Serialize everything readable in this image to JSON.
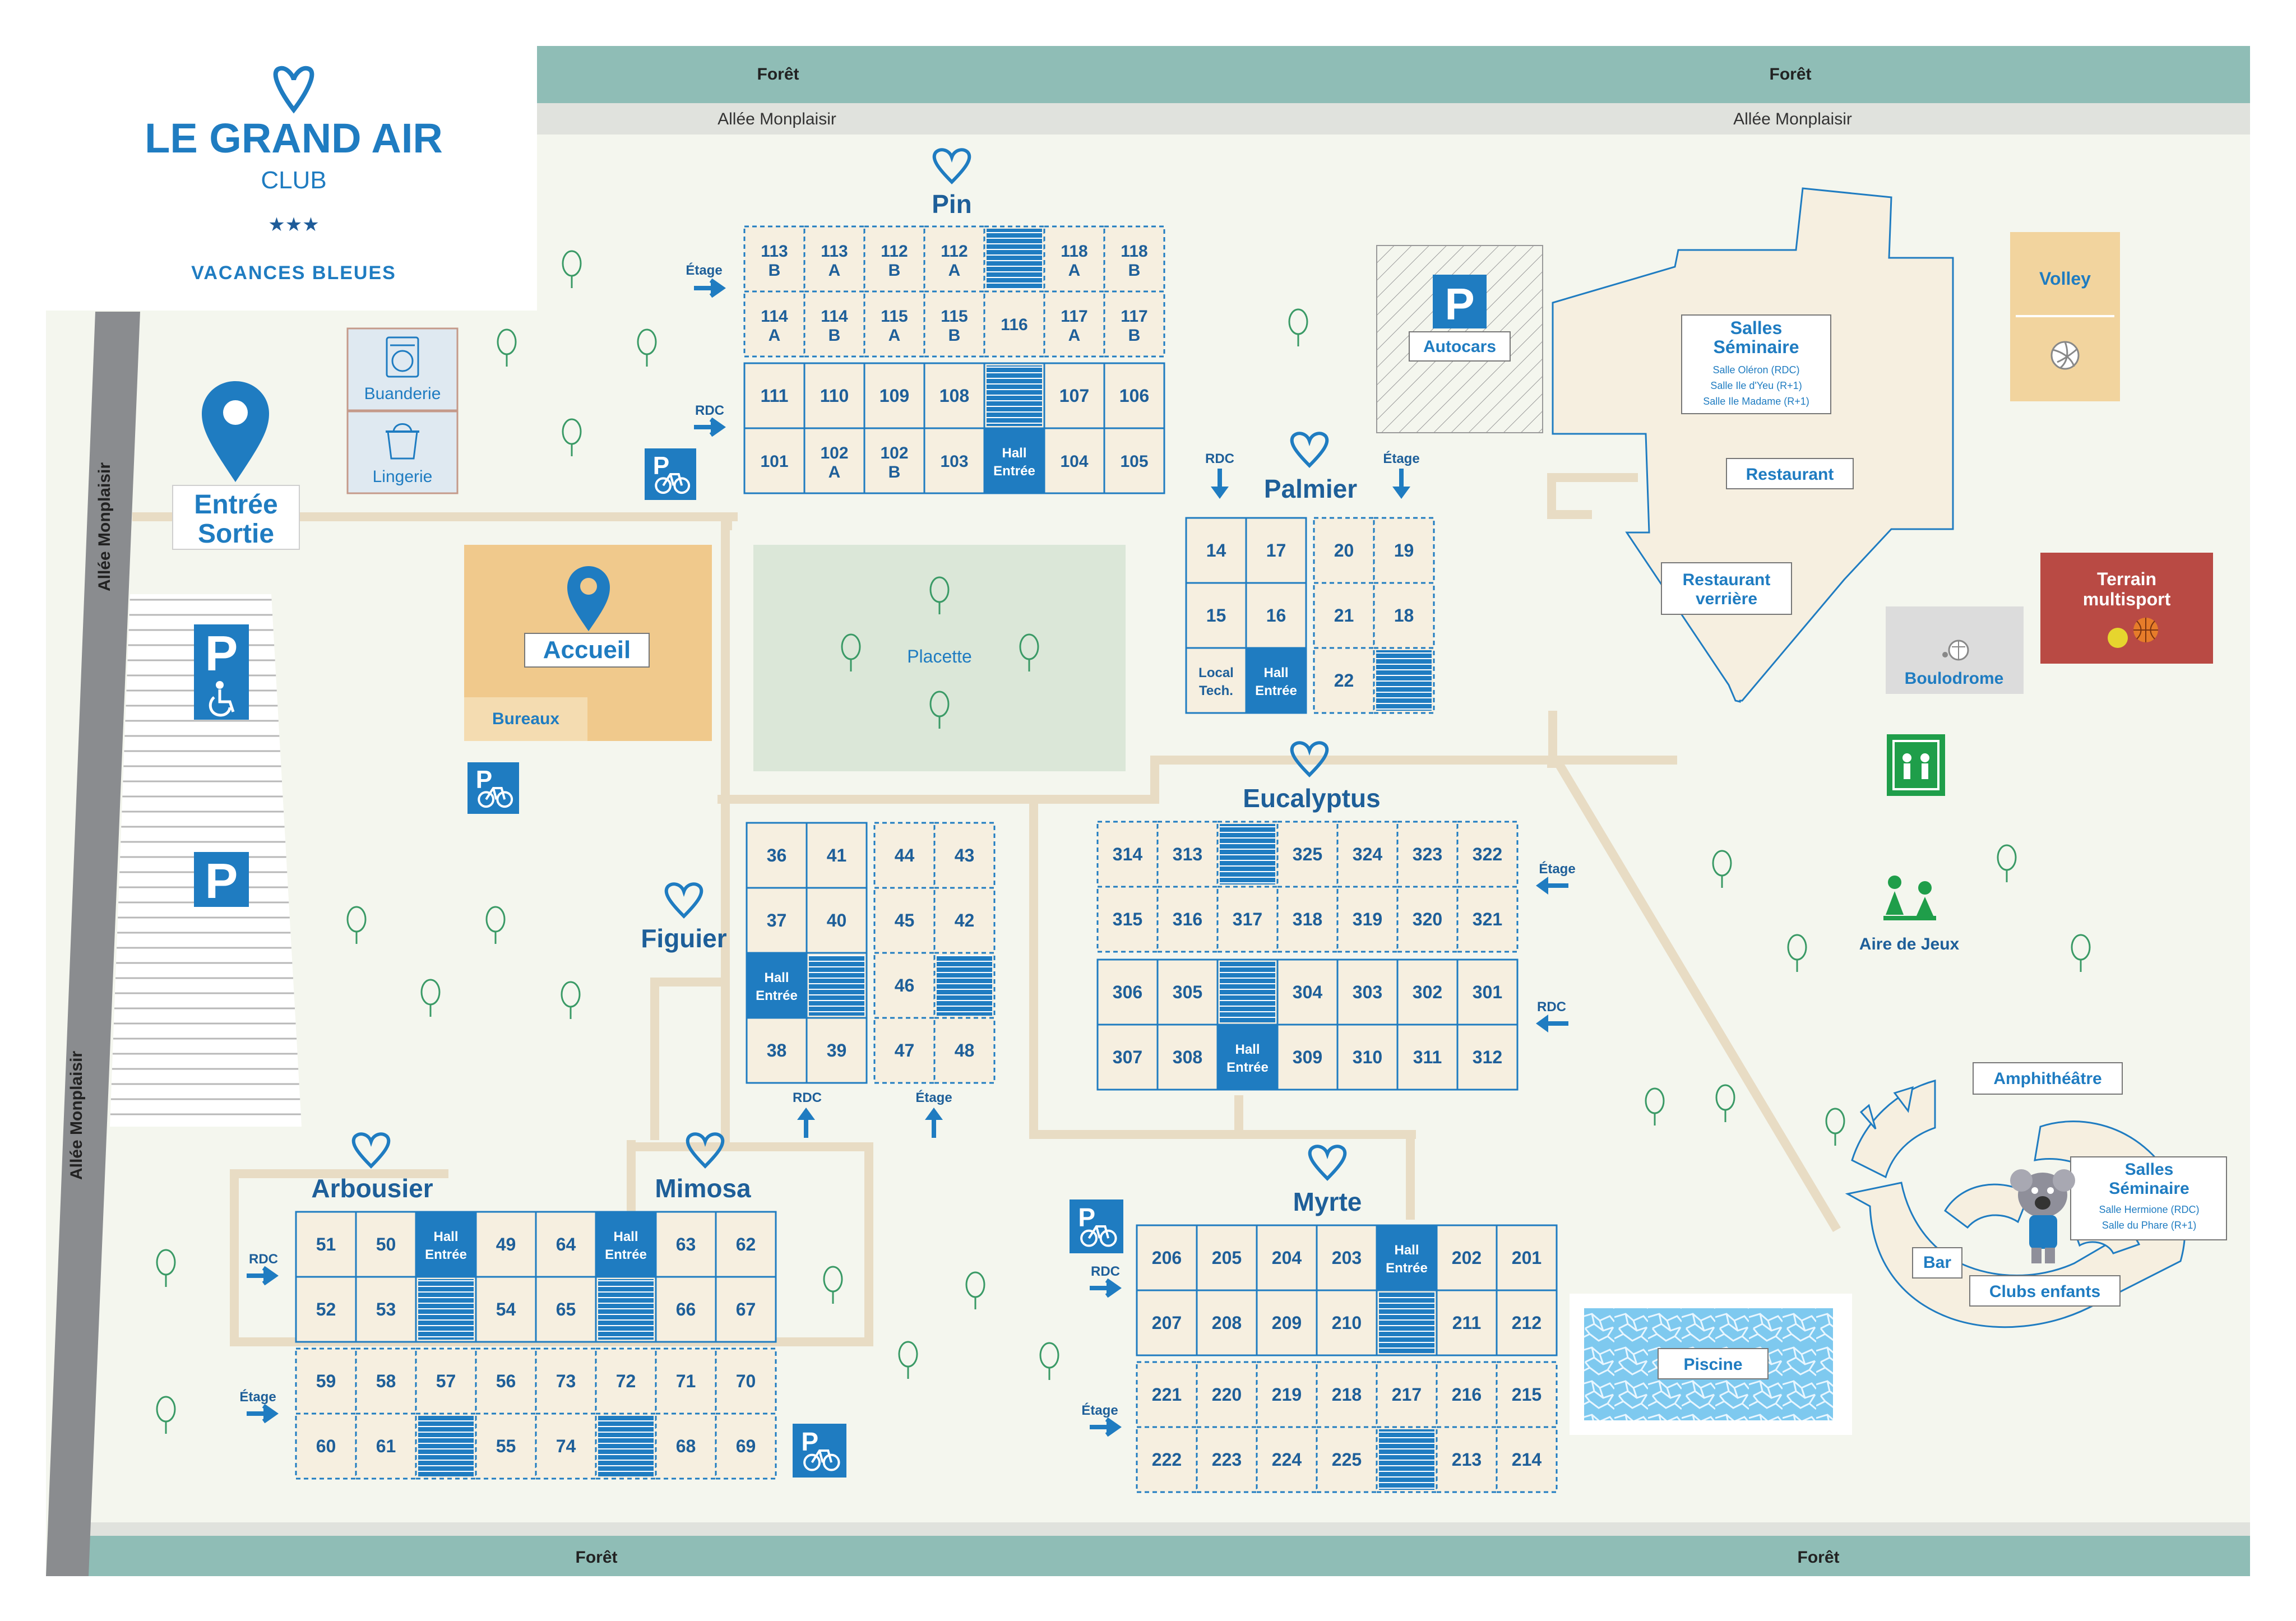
{
  "logo": {
    "brand": "LE GRAND AIR",
    "club": "CLUB",
    "stars": "★★★",
    "group": "VACANCES BLEUES"
  },
  "borders": {
    "top_foret_1": "Forêt",
    "top_foret_2": "Forêt",
    "top_allee_1": "Allée Monplaisir",
    "top_allee_2": "Allée Monplaisir",
    "bottom_foret_1": "Forêt",
    "bottom_foret_2": "Forêt",
    "left_allee_1": "Allée Monplaisir",
    "left_allee_2": "Allée Monplaisir"
  },
  "places": {
    "entree": "Entrée",
    "sortie": "Sortie",
    "accueil": "Accueil",
    "bureaux": "Bureaux",
    "buanderie": "Buanderie",
    "lingerie": "Lingerie",
    "placette": "Placette",
    "autocars": "Autocars",
    "salles_seminaire_1": "Salles",
    "salles_seminaire_2": "Séminaire",
    "salle_oleron": "Salle Oléron (RDC)",
    "salle_yeu": "Salle Ile d'Yeu (R+1)",
    "salle_madame": "Salle Ile Madame (R+1)",
    "restaurant": "Restaurant",
    "restaurant_verriere_1": "Restaurant",
    "restaurant_verriere_2": "verrière",
    "volley": "Volley",
    "terrain_1": "Terrain",
    "terrain_2": "multisport",
    "boulodrome": "Boulodrome",
    "aire_de_jeux": "Aire de Jeux",
    "amphitheatre": "Amphithéâtre",
    "salles_sem2_1": "Salles",
    "salles_sem2_2": "Séminaire",
    "salle_hermione": "Salle Hermione (RDC)",
    "salle_phare": "Salle du Phare (R+1)",
    "bar": "Bar",
    "clubs_enfants": "Clubs enfants",
    "piscine": "Piscine"
  },
  "buildings": {
    "pin": "Pin",
    "palmier": "Palmier",
    "eucalyptus": "Eucalyptus",
    "figuier": "Figuier",
    "arbousier": "Arbousier",
    "mimosa": "Mimosa",
    "myrte": "Myrte"
  },
  "labels": {
    "etage": "Étage",
    "rdc": "RDC",
    "hall": "Hall",
    "entree": "Entrée",
    "local": "Local",
    "tech": "Tech.",
    "p": "P"
  },
  "rooms": {
    "pin_top": [
      [
        "113",
        "B"
      ],
      [
        "113",
        "A"
      ],
      [
        "112",
        "B"
      ],
      [
        "112",
        "A"
      ],
      null,
      [
        "118",
        "A"
      ],
      [
        "118",
        "B"
      ]
    ],
    "pin_top2": [
      [
        "114",
        "A"
      ],
      [
        "114",
        "B"
      ],
      [
        "115",
        "A"
      ],
      [
        "115",
        "B"
      ],
      [
        "116",
        ""
      ],
      [
        "117",
        "A"
      ],
      [
        "117",
        "B"
      ]
    ],
    "pin_rdc1": [
      "111",
      "110",
      "109",
      "108",
      null,
      "107",
      "106"
    ],
    "pin_rdc2": [
      [
        "101",
        ""
      ],
      [
        "102",
        "A"
      ],
      [
        "102",
        "B"
      ],
      [
        "103",
        ""
      ],
      "HALL",
      [
        "104",
        ""
      ],
      [
        "105",
        ""
      ]
    ],
    "palmier_rdc": [
      [
        "14",
        "17"
      ],
      [
        "15",
        "16"
      ],
      [
        "LOCAL",
        "HALL"
      ]
    ],
    "palmier_etage": [
      [
        "20",
        "19"
      ],
      [
        "21",
        "18"
      ],
      [
        "22",
        null
      ]
    ],
    "euc_etage1": [
      "314",
      "313",
      null,
      "325",
      "324",
      "323",
      "322"
    ],
    "euc_etage2": [
      "315",
      "316",
      "317",
      "318",
      "319",
      "320",
      "321"
    ],
    "euc_rdc1": [
      "306",
      "305",
      null,
      "304",
      "303",
      "302",
      "301"
    ],
    "euc_rdc2": [
      "307",
      "308",
      "HALL",
      "309",
      "310",
      "311",
      "312"
    ],
    "fig_rdc": [
      [
        "36",
        "41"
      ],
      [
        "37",
        "40"
      ],
      [
        "HALL",
        null
      ],
      [
        "38",
        "39"
      ]
    ],
    "fig_etage": [
      [
        "44",
        "43"
      ],
      [
        "45",
        "42"
      ],
      [
        "46",
        null
      ],
      [
        "47",
        "48"
      ]
    ],
    "arb_rdc1": [
      "51",
      "50",
      "HALL",
      "49",
      "64",
      "HALL",
      "63",
      "62"
    ],
    "arb_rdc2": [
      "52",
      "53",
      null,
      "54",
      "65",
      null,
      "66",
      "67"
    ],
    "arb_et1": [
      "59",
      "58",
      "57",
      "56",
      "73",
      "72",
      "71",
      "70"
    ],
    "arb_et2": [
      "60",
      "61",
      null,
      "55",
      "74",
      null,
      "68",
      "69"
    ],
    "myr_rdc1": [
      "206",
      "205",
      "204",
      "203",
      "HALL",
      "202",
      "201"
    ],
    "myr_rdc2": [
      "207",
      "208",
      "209",
      "210",
      null,
      "211",
      "212"
    ],
    "myr_et1": [
      "221",
      "220",
      "219",
      "218",
      "217",
      "216",
      "215"
    ],
    "myr_et2": [
      "222",
      "223",
      "224",
      "225",
      null,
      "213",
      "214"
    ]
  },
  "colors": {
    "brand_blue": "#1f7cc1",
    "teal_band": "#8fbdb6",
    "path_beige": "#e8dcc4",
    "room_fill": "#f6efe0",
    "accueil": "#f0c98c",
    "terrain": "#b94a44",
    "volley": "#f2d49e",
    "boulodrome": "#dcdcdc",
    "placette": "#dbe7d8",
    "background": "#f4f6ee"
  }
}
